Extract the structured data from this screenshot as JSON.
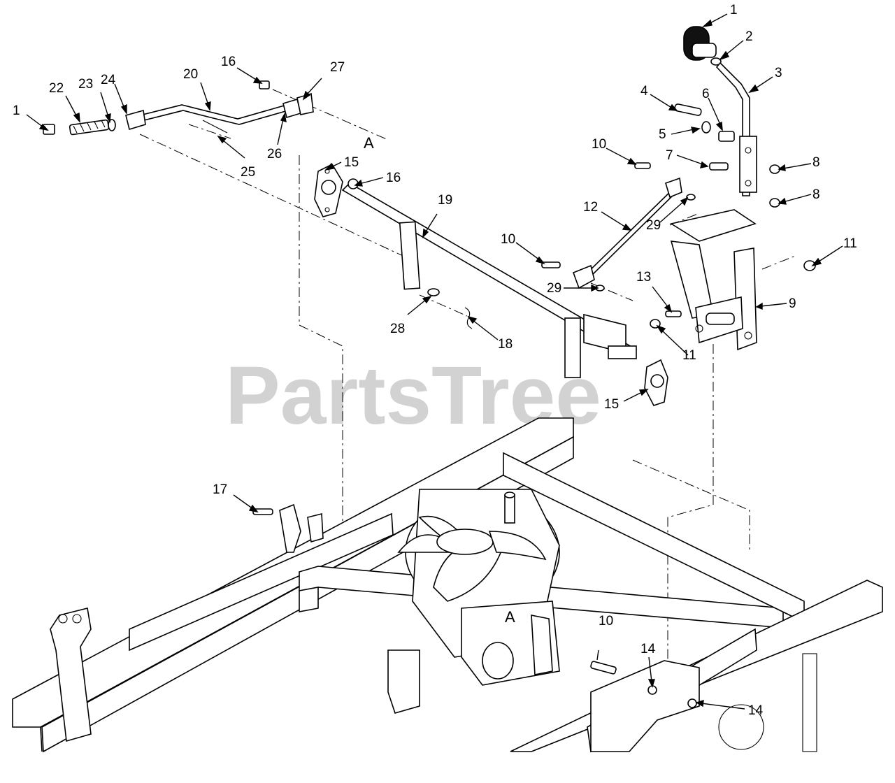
{
  "watermark": "PartsTree",
  "reference_marks": [
    "A",
    "A"
  ],
  "callouts": [
    {
      "label": "1",
      "part": "knob"
    },
    {
      "label": "2",
      "part": "nut"
    },
    {
      "label": "3",
      "part": "control-lever"
    },
    {
      "label": "4",
      "part": "bolt"
    },
    {
      "label": "5",
      "part": "washer"
    },
    {
      "label": "6",
      "part": "spring"
    },
    {
      "label": "7",
      "part": "bolt"
    },
    {
      "label": "8",
      "part": "nut"
    },
    {
      "label": "8",
      "part": "nut"
    },
    {
      "label": "9",
      "part": "bracket"
    },
    {
      "label": "10",
      "part": "screw"
    },
    {
      "label": "10",
      "part": "screw"
    },
    {
      "label": "10",
      "part": "screw"
    },
    {
      "label": "11",
      "part": "nut"
    },
    {
      "label": "11",
      "part": "nut"
    },
    {
      "label": "12",
      "part": "link-rod"
    },
    {
      "label": "13",
      "part": "screw"
    },
    {
      "label": "14",
      "part": "nut"
    },
    {
      "label": "14",
      "part": "nut"
    },
    {
      "label": "15",
      "part": "bearing-flange"
    },
    {
      "label": "15",
      "part": "bearing-flange"
    },
    {
      "label": "16",
      "part": "nut"
    },
    {
      "label": "16",
      "part": "nut"
    },
    {
      "label": "17",
      "part": "screw"
    },
    {
      "label": "18",
      "part": "clip"
    },
    {
      "label": "19",
      "part": "shaft"
    },
    {
      "label": "20",
      "part": "rod"
    },
    {
      "label": "22",
      "part": "spring"
    },
    {
      "label": "23",
      "part": "washer"
    },
    {
      "label": "24",
      "part": "clevis"
    },
    {
      "label": "25",
      "part": "pin"
    },
    {
      "label": "26",
      "part": "ferrule"
    },
    {
      "label": "27",
      "part": "clevis"
    },
    {
      "label": "28",
      "part": "washer"
    },
    {
      "label": "29",
      "part": "washer"
    },
    {
      "label": "29",
      "part": "washer"
    },
    {
      "label": "1",
      "part": "nut"
    }
  ]
}
